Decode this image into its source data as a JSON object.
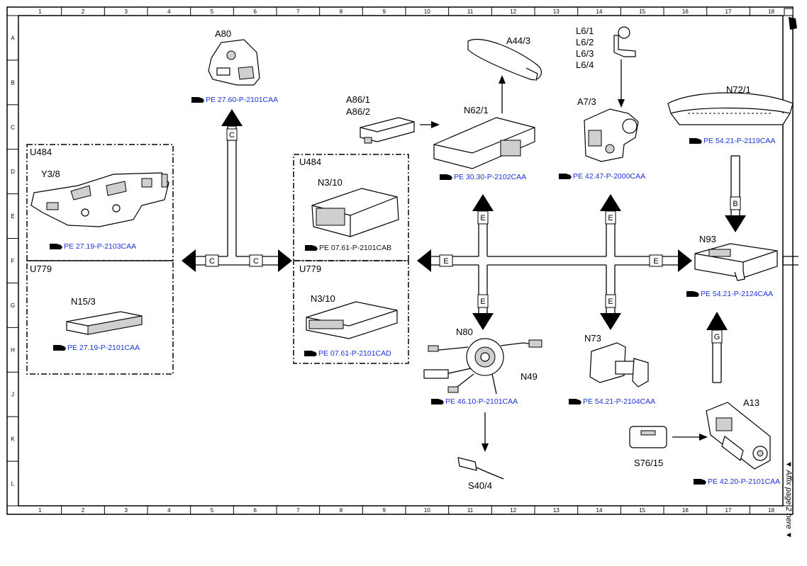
{
  "grid": {
    "columns": [
      "1",
      "2",
      "3",
      "4",
      "5",
      "6",
      "7",
      "8",
      "9",
      "10",
      "11",
      "12",
      "13",
      "14",
      "15",
      "16",
      "17",
      "18"
    ],
    "rows": [
      "A",
      "B",
      "C",
      "D",
      "E",
      "F",
      "G",
      "H",
      "J",
      "K",
      "L"
    ]
  },
  "side_note": "▼ Affix page 2 here ▼",
  "groups": {
    "left_top": "U484",
    "left_bottom": "U779",
    "mid_top": "U484",
    "mid_bottom": "U779"
  },
  "components": {
    "y3_8": "Y3/8",
    "n15_3": "N15/3",
    "a80": "A80",
    "n3_10_a": "N3/10",
    "n3_10_b": "N3/10",
    "a86_1": "A86/1",
    "a86_2": "A86/2",
    "n62_1": "N62/1",
    "a44_3": "A44/3",
    "l6_1": "L6/1",
    "l6_2": "L6/2",
    "l6_3": "L6/3",
    "l6_4": "L6/4",
    "a7_3": "A7/3",
    "n72_1": "N72/1",
    "n93": "N93",
    "n80": "N80",
    "n49": "N49",
    "s40_4": "S40/4",
    "n73": "N73",
    "a13": "A13",
    "s76_15": "S76/15"
  },
  "references": {
    "y3_8": "PE 27.19-P-2103CAA",
    "n15_3": "PE 27.19-P-2101CAA",
    "a80": "PE 27.60-P-2101CAA",
    "n3_10_a": "PE 07.61-P-2101CAB",
    "n3_10_b": "PE 07.61-P-2101CAD",
    "n62_1": "PE 30.30-P-2102CAA",
    "a7_3": "PE 42.47-P-2000CAA",
    "n72_1": "PE 54.21-P-2119CAA",
    "n93": "PE 54.21-P-2124CAA",
    "n80": "PE 46.10-P-2101CAA",
    "n73": "PE 54.21-P-2104CAA",
    "a13": "PE 42.20-P-2101CAA"
  },
  "buses": {
    "c1": "C",
    "c2": "C",
    "c3": "C",
    "e1": "E",
    "e2": "E",
    "e3": "E",
    "e4": "E",
    "e5": "E",
    "e6": "E",
    "b": "B",
    "g": "G"
  },
  "colors": {
    "link": "#1a33d6",
    "line": "#000000"
  }
}
